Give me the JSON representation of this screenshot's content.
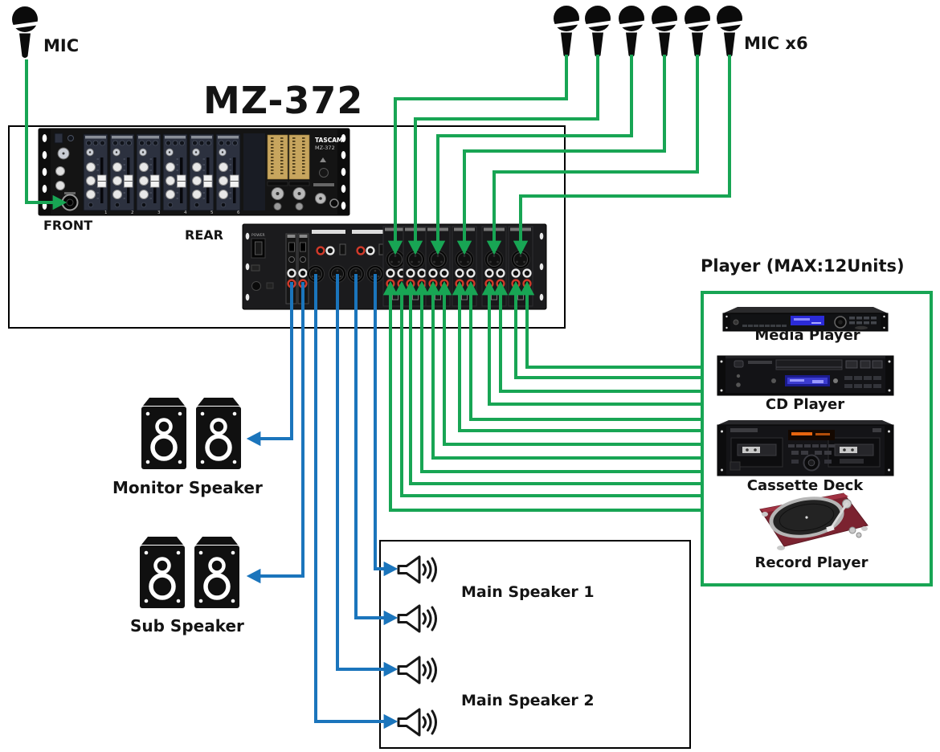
{
  "diagram_title": "MZ-372",
  "front_mic": {
    "label": "MIC"
  },
  "mic_group": {
    "label": "MIC x6",
    "count": 6
  },
  "mixer": {
    "model": "MZ-372",
    "front_label": "FRONT",
    "rear_label": "REAR",
    "front_brand": "TASCAM",
    "front_model": "MZ-372",
    "rear_power_label": "POWER",
    "channel_count": 6,
    "channels": [
      "1",
      "2",
      "3",
      "4",
      "5",
      "6"
    ]
  },
  "player_section": {
    "title": "Player (MAX:12Units)",
    "devices": [
      {
        "label": "Media Player"
      },
      {
        "label": "CD Player"
      },
      {
        "label": "Cassette Deck"
      },
      {
        "label": "Record Player"
      }
    ]
  },
  "speakers": {
    "monitor": "Monitor Speaker",
    "sub": "Sub Speaker",
    "main1": "Main Speaker 1",
    "main2": "Main Speaker 2"
  },
  "connections": {
    "mic_cable_color": "#18a554",
    "player_cable_color": "#18a554",
    "speaker_cable_color": "#1b75bc",
    "mic_inputs": 6,
    "player_line_inputs": 12,
    "speaker_outputs": 6
  }
}
